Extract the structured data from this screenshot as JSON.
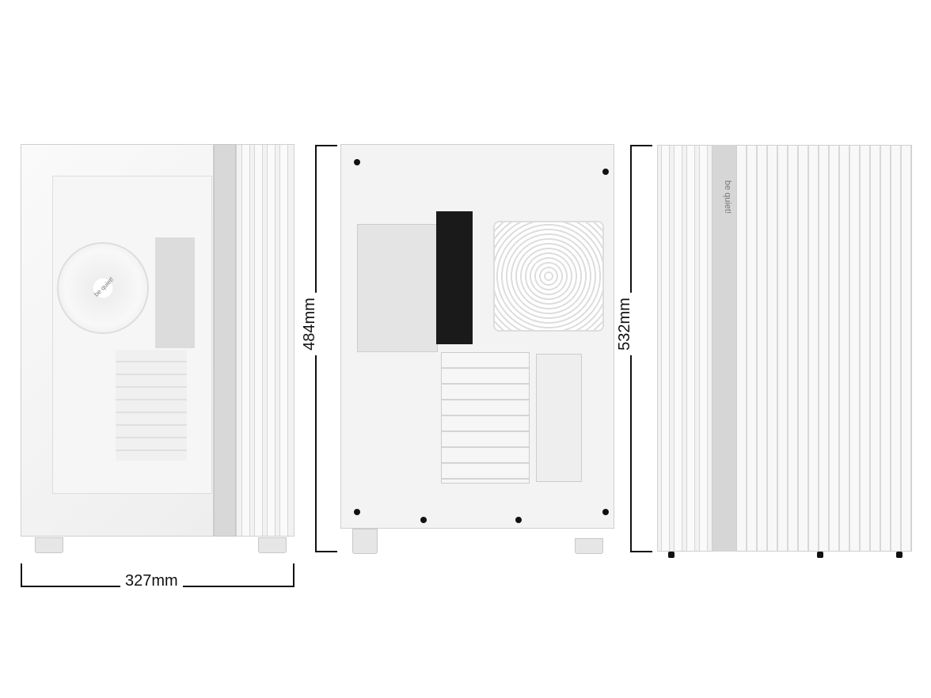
{
  "dimensions": {
    "width": "327mm",
    "height_body": "484mm",
    "height_total": "532mm"
  },
  "brand_logo": "be quiet!",
  "colors": {
    "case": "#f4f4f4",
    "io_panel": "#1a1a1a",
    "dimension_lines": "#111111"
  }
}
